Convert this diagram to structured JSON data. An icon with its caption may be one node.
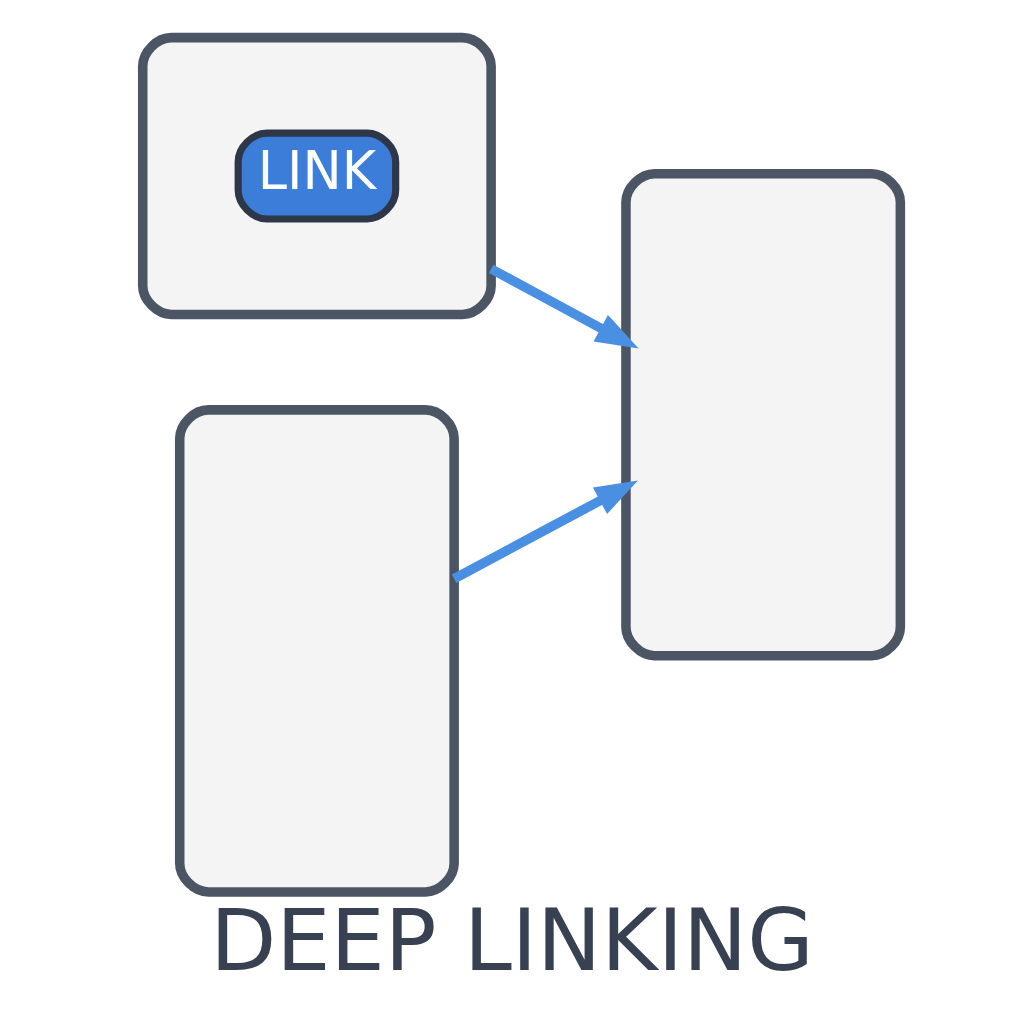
{
  "diagram": {
    "title": "DEEP LINKING",
    "nodes": [
      {
        "text": [],
        "shape": "phone"
      },
      {
        "text": [
          "LINK"
        ],
        "in": 0
      },
      {
        "text": [],
        "shape": "phone"
      },
      {
        "text": [],
        "shape": "phone"
      }
    ],
    "edges": [
      {
        "from": 0,
        "to": 3,
        "arrow": "to",
        "color": "#4a90e2"
      },
      {
        "from": 2,
        "to": 3,
        "arrow": "to",
        "color": "#4a90e2"
      }
    ]
  }
}
